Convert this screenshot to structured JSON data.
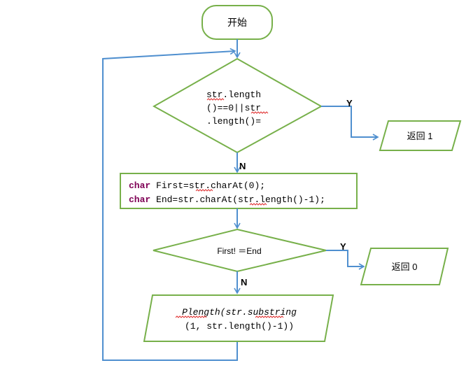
{
  "start": {
    "label": "开始"
  },
  "decision1": {
    "line1": "str.length",
    "line2": "()==0||str",
    "line3": ".length()="
  },
  "decision1_yes": {
    "branch_label": "Y",
    "output": "返回 1"
  },
  "decision1_no": {
    "branch_label": "N"
  },
  "process": {
    "line1_keyword": "char",
    "line1_code": "First=str.charAt(0);",
    "line2_keyword": "char",
    "line2_code": "End=str.charAt(str.length()-1);"
  },
  "decision2": {
    "label": "First! ＝End"
  },
  "decision2_yes": {
    "branch_label": "Y",
    "output": "返回 0"
  },
  "decision2_no": {
    "branch_label": "N"
  },
  "recursion": {
    "line1": "Plength(str.substring",
    "line2": "(1, str.length()-1))"
  },
  "colors": {
    "shape_stroke": "#77b04a",
    "arrow": "#4f8fcf",
    "keyword": "#7f0055",
    "spellcheck": "#e03030"
  }
}
